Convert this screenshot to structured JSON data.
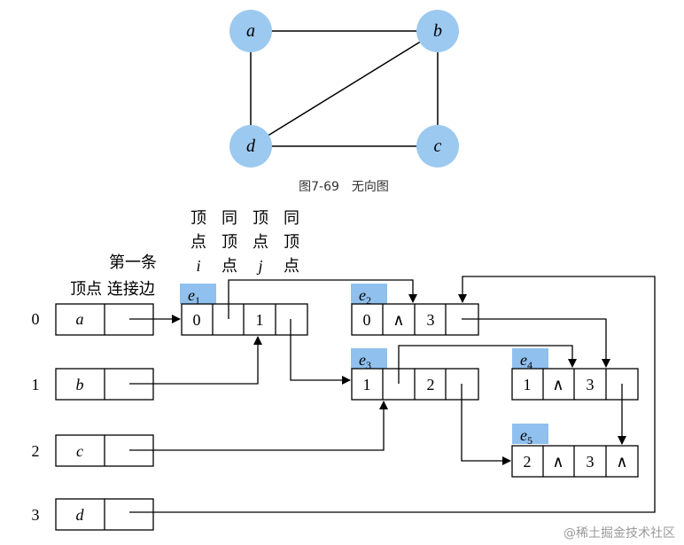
{
  "graph": {
    "nodes": [
      "a",
      "b",
      "c",
      "d"
    ],
    "caption": "图7-69　无向图"
  },
  "headers": {
    "vertex_i": [
      "顶",
      "点",
      "i"
    ],
    "same_vertex_i": [
      "同",
      "顶",
      "点"
    ],
    "vertex_j": [
      "顶",
      "点",
      "j"
    ],
    "same_vertex_j": [
      "同",
      "顶",
      "点"
    ],
    "first_edge_line1": "第一条",
    "first_edge_line2": "顶点 连接边"
  },
  "vertex_rows": [
    {
      "index": "0",
      "label": "a"
    },
    {
      "index": "1",
      "label": "b"
    },
    {
      "index": "2",
      "label": "c"
    },
    {
      "index": "3",
      "label": "d"
    }
  ],
  "edges": [
    {
      "tag_base": "e",
      "tag_sub": "1",
      "cells": [
        "0",
        "",
        "1",
        ""
      ]
    },
    {
      "tag_base": "e",
      "tag_sub": "2",
      "cells": [
        "0",
        "∧",
        "3",
        ""
      ]
    },
    {
      "tag_base": "e",
      "tag_sub": "3",
      "cells": [
        "1",
        "",
        "2",
        ""
      ]
    },
    {
      "tag_base": "e",
      "tag_sub": "4",
      "cells": [
        "1",
        "∧",
        "3",
        ""
      ]
    },
    {
      "tag_base": "e",
      "tag_sub": "5",
      "cells": [
        "2",
        "∧",
        "3",
        "∧"
      ]
    }
  ],
  "watermark": "@稀土掘金技术社区",
  "colors": {
    "node_fill": "#9cc9f0",
    "tag_fill": "#8fc0ee",
    "line": "#000000"
  }
}
